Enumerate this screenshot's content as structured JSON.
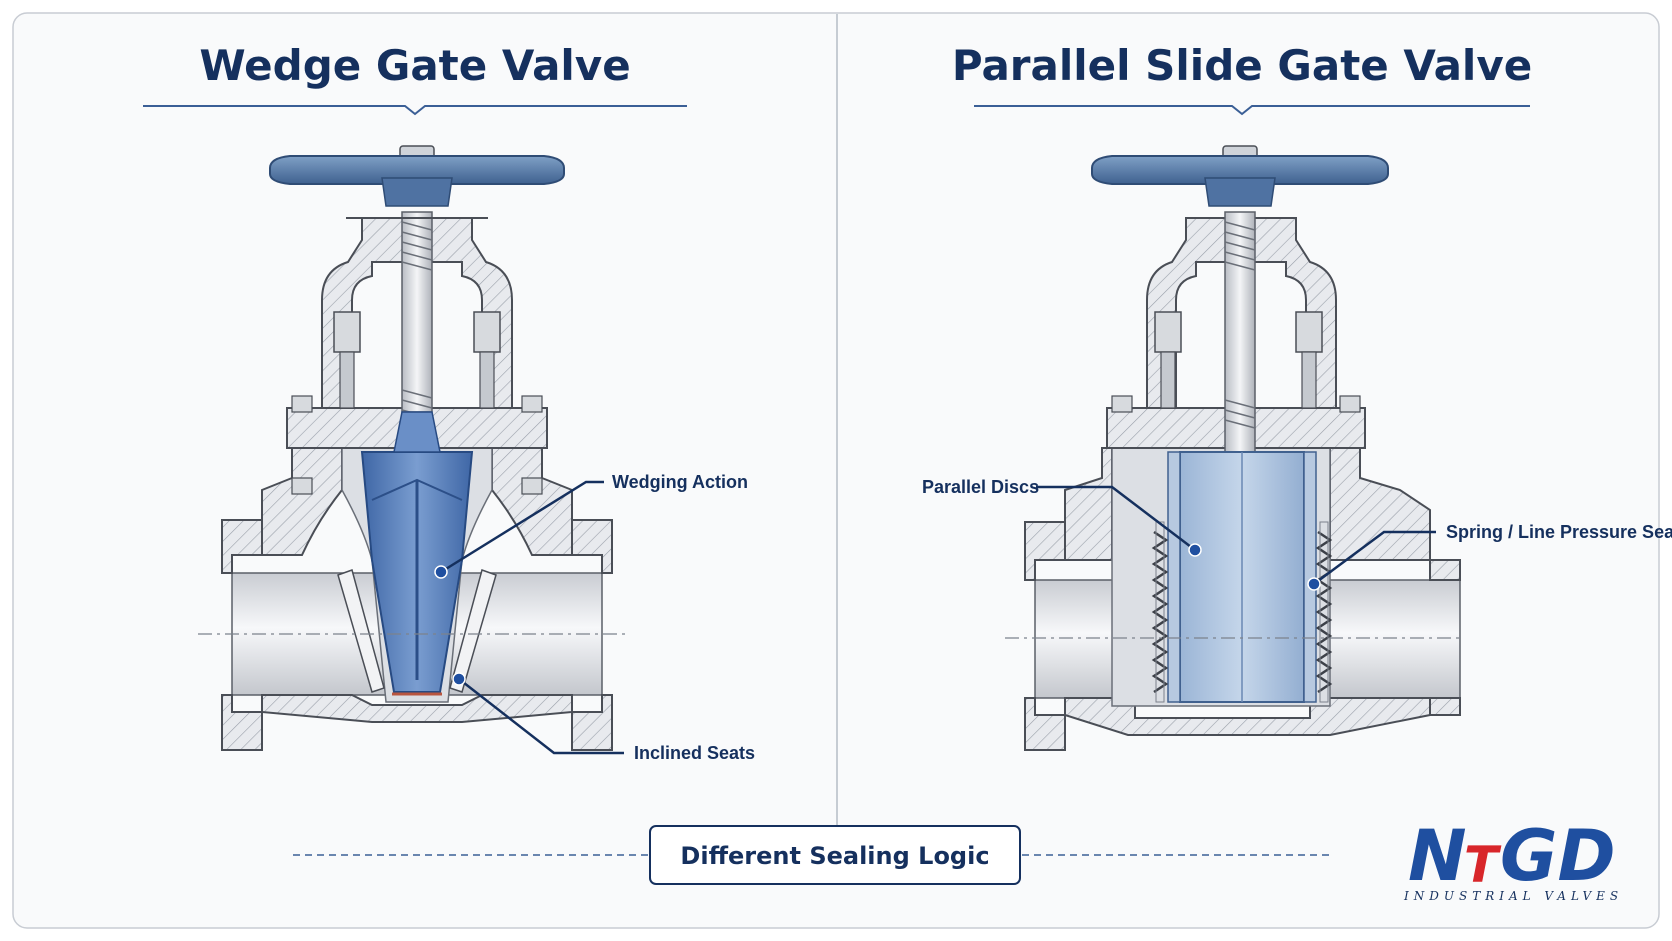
{
  "left_panel": {
    "title": "Wedge Gate Valve",
    "labels": {
      "wedging": "Wedging Action",
      "seats": "Inclined Seats"
    }
  },
  "right_panel": {
    "title": "Parallel Slide Gate Valve",
    "labels": {
      "discs": "Parallel Discs",
      "spring": "Spring / Line Pressure Seal"
    }
  },
  "center_label": "Different Sealing Logic",
  "logo": {
    "letters_left": "N",
    "letters_t": "T",
    "letters_right": "GD",
    "subtitle": "INDUSTRIAL VALVES"
  },
  "colors": {
    "navy": "#15305e",
    "accent_blue": "#1f4fa0",
    "logo_red": "#d8262a",
    "body_grey": "#e3e5e9",
    "outline": "#4a4e56",
    "wedge_blue": "#5c82bd",
    "disc_blue": "#aac2dd",
    "handwheel": "#5a7ca8"
  }
}
